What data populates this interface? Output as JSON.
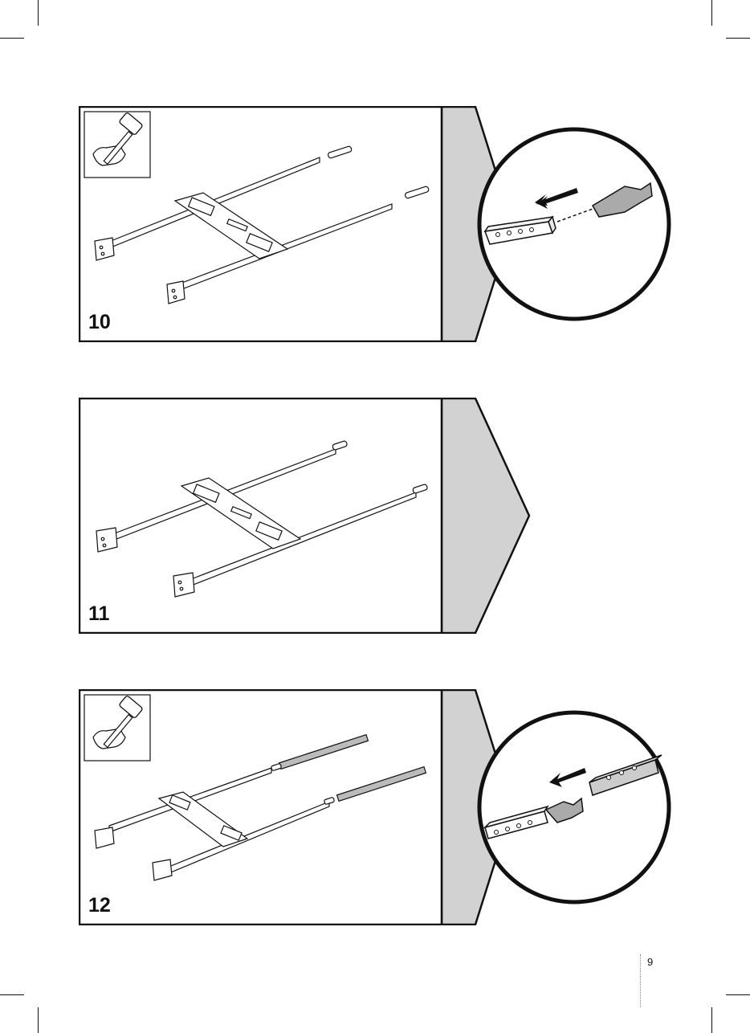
{
  "page": {
    "number": "9"
  },
  "steps": [
    {
      "number": "10",
      "tool": "mallet-icon",
      "detail": "insert-dowel-zoom"
    },
    {
      "number": "11"
    },
    {
      "number": "12",
      "tool": "mallet-icon",
      "detail": "join-rail-zoom"
    }
  ]
}
